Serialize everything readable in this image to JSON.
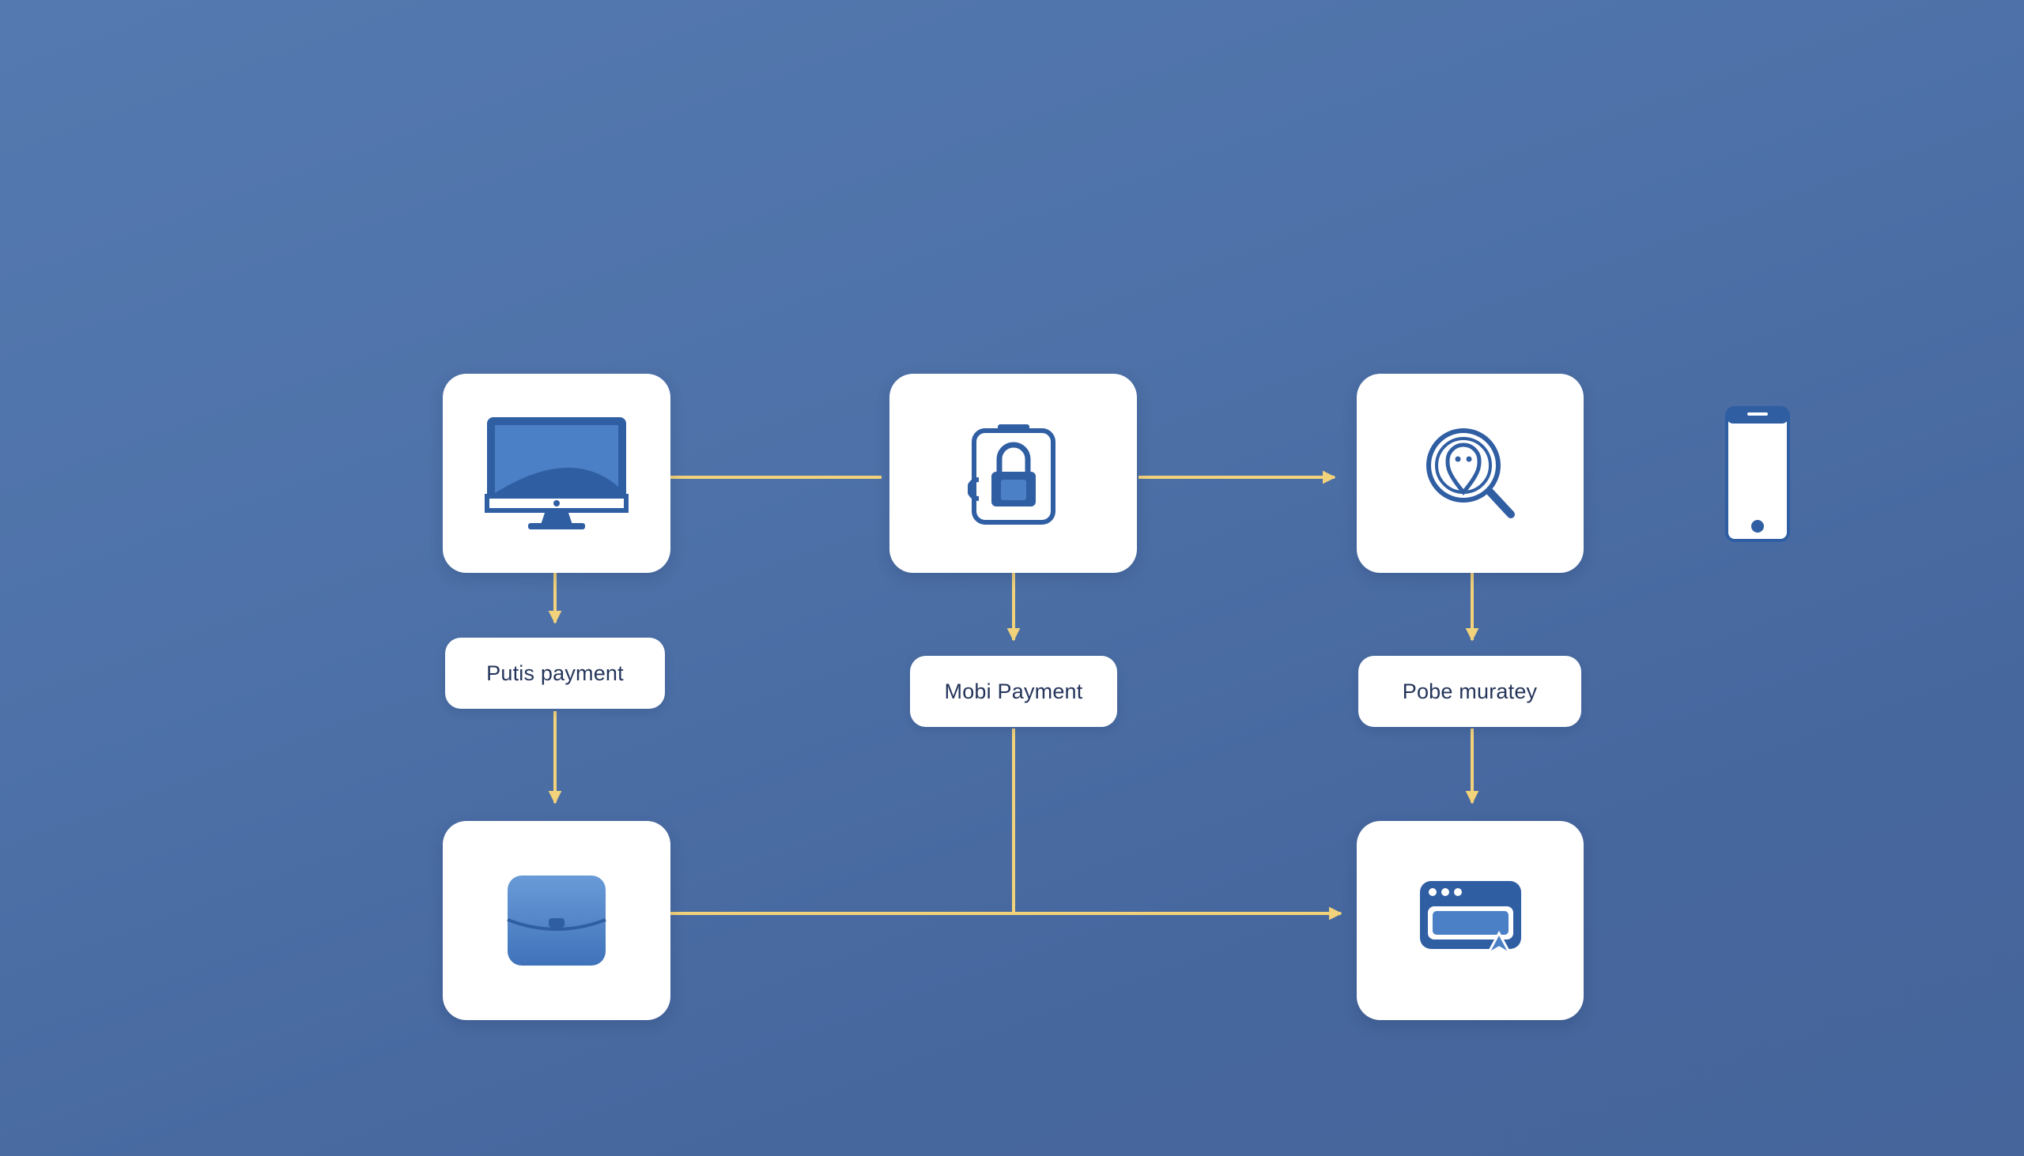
{
  "labels": {
    "desktop_payment": "Putis payment",
    "mobile_payment": "Mobi Payment",
    "search_payment": "Pobe muratey"
  },
  "icons": {
    "desktop": "monitor-icon",
    "lock": "padlock-icon",
    "search": "location-search-icon",
    "phone": "smartphone-icon",
    "wallet": "wallet-icon",
    "browser": "browser-window-cursor-icon"
  },
  "colors": {
    "background": "#4d71a8",
    "card": "#ffffff",
    "connector": "#f2d27a",
    "icon_blue": "#2f5ea3",
    "text": "#24345a"
  }
}
